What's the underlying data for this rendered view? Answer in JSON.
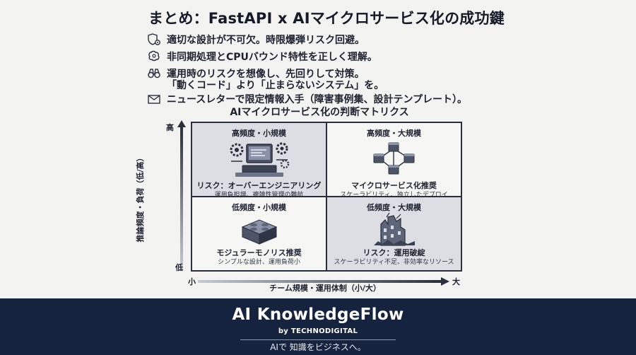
{
  "title": "まとめ：FastAPI x AIマイクロサービス化の成功鍵",
  "bullets": [
    {
      "icon": "shield-gear-icon",
      "text": "適切な設計が不可欠。時限爆弾リスク回避。"
    },
    {
      "icon": "brain-gear-icon",
      "text": "非同期処理とCPUバウンド特性を正しく理解。"
    },
    {
      "icon": "binoculars-icon",
      "text": "運用時のリスクを想像し、先回りして対策。"
    },
    {
      "icon": "",
      "text": "「動くコード」より「止まらないシステム」を。"
    },
    {
      "icon": "mail-icon",
      "text": "ニュースレターで限定情報入手（障害事例集、設計テンプレート）。"
    }
  ],
  "matrix": {
    "title": "AIマイクロサービス化の判断マトリクス",
    "y_axis_label": "推論頻度・負荷（低/高）",
    "y_high": "高",
    "y_low": "低",
    "x_axis_label": "チーム規模・運用体制（小/大）",
    "x_small": "小",
    "x_large": "大",
    "cells": {
      "top_left": {
        "header": "高頻度・小規模",
        "label": "リスク：オーバーエンジニアリング",
        "sub": "運用負担増、複雑性管理の難航",
        "icon": "computer-gears-icon"
      },
      "top_right": {
        "header": "高頻度・大規模",
        "label": "マイクロサービス化推奨",
        "sub": "スケーラビリティ、独立したデプロイ",
        "icon": "network-blocks-icon"
      },
      "bottom_left": {
        "header": "低頻度・小規模",
        "label": "モジュラーモノリス推奨",
        "sub": "シンプルな設計、運用負荷小",
        "icon": "building-block-icon"
      },
      "bottom_right": {
        "header": "低頻度・大規模",
        "label": "リスク：運用破綻",
        "sub": "スケーラビリティ不足、非効率なリソース",
        "icon": "ruined-building-icon"
      }
    }
  },
  "footer": {
    "brand": "AI KnowledgeFlow",
    "by": "by TECHNODIGITAL",
    "tagline": "AIで 知識をビジネスへ。"
  },
  "colors": {
    "background": "#f3f3f2",
    "footer": "#16233f",
    "shade": "#dcdee3",
    "text": "#1e2230"
  }
}
